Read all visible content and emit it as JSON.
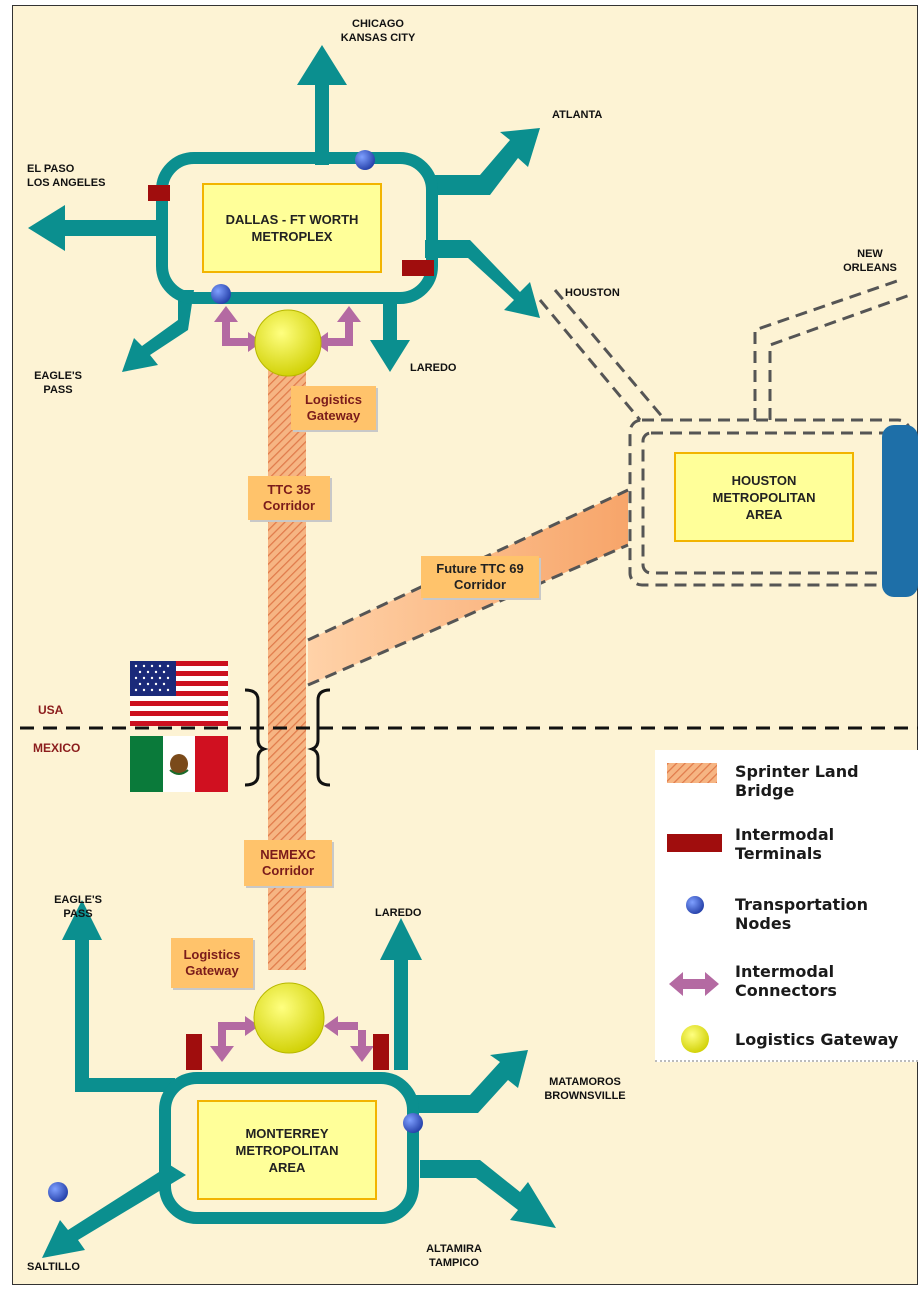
{
  "places": {
    "chicago": "CHICAGO\nKANSAS CITY",
    "atlanta": "ATLANTA",
    "el_paso": "EL PASO\nLOS ANGELES",
    "houston": "HOUSTON",
    "new_orleans": "NEW\nORLEANS",
    "eagles_pass_top": "EAGLE'S\nPASS",
    "laredo_top": "LAREDO",
    "eagles_pass_bottom": "EAGLE'S\nPASS",
    "laredo_bottom": "LAREDO",
    "matamoros": "MATAMOROS\nBROWNSVILLE",
    "saltillo": "SALTILLO",
    "altamira": "ALTAMIRA\nTAMPICO"
  },
  "metro_boxes": {
    "dallas": "DALLAS - FT WORTH\nMETROPLEX",
    "houston": "HOUSTON\nMETROPOLITAN\nAREA",
    "monterrey": "MONTERREY\nMETROPOLITAN\nAREA"
  },
  "tags": {
    "logistics_top": "Logistics\nGateway",
    "ttc35": "TTC 35\nCorridor",
    "ttc69": "Future TTC 69\nCorridor",
    "nemexc": "NEMEXC\nCorridor",
    "logistics_bottom": "Logistics\nGateway"
  },
  "border": {
    "usa": "USA",
    "mexico": "MEXICO"
  },
  "legend": {
    "items": [
      {
        "icon": "hatched-rectangle",
        "label": "Sprinter Land\nBridge"
      },
      {
        "icon": "dark-red-rectangle",
        "label": "Intermodal\nTerminals"
      },
      {
        "icon": "blue-dot",
        "label": "Transportation\nNodes"
      },
      {
        "icon": "double-arrow",
        "label": "Intermodal\nConnectors"
      },
      {
        "icon": "yellow-circle",
        "label": "Logistics Gateway"
      }
    ]
  },
  "colors": {
    "teal": "#0b8f8f",
    "corridor": "#f4a36c",
    "terminal": "#a00d0d",
    "node": "#3b5fd6",
    "connector": "#b46aa2",
    "gateway": "#e8e800",
    "box_fill": "#ffff99",
    "box_border": "#f2b400",
    "background": "#fdf3d4"
  }
}
